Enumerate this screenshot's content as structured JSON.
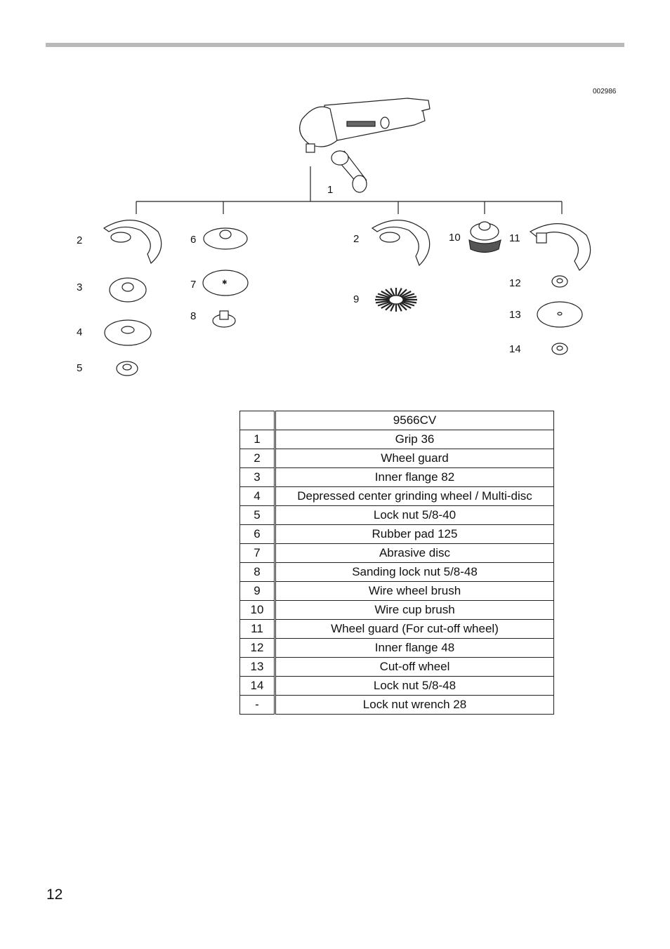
{
  "figure": {
    "code": "002986",
    "callouts": {
      "grip": "1",
      "guard_left": "2",
      "inner_flange": "3",
      "grinding_wheel": "4",
      "lock_nut": "5",
      "rubber_pad": "6",
      "abrasive_disc": "7",
      "sanding_nut": "8",
      "guard_mid": "2",
      "wire_wheel": "9",
      "cup_brush": "10",
      "cutoff_guard": "11",
      "flange_48": "12",
      "cutoff_wheel": "13",
      "lock_nut_48": "14"
    }
  },
  "table": {
    "model": "9566CV",
    "rows": [
      {
        "num": "1",
        "desc": "Grip 36"
      },
      {
        "num": "2",
        "desc": "Wheel guard"
      },
      {
        "num": "3",
        "desc": "Inner flange 82"
      },
      {
        "num": "4",
        "desc": "Depressed center grinding wheel / Multi-disc"
      },
      {
        "num": "5",
        "desc": "Lock nut 5/8-40"
      },
      {
        "num": "6",
        "desc": "Rubber pad 125"
      },
      {
        "num": "7",
        "desc": "Abrasive disc"
      },
      {
        "num": "8",
        "desc": "Sanding lock nut 5/8-48"
      },
      {
        "num": "9",
        "desc": "Wire wheel brush"
      },
      {
        "num": "10",
        "desc": "Wire cup brush"
      },
      {
        "num": "11",
        "desc": "Wheel  guard (For cut-off wheel)"
      },
      {
        "num": "12",
        "desc": "Inner flange 48"
      },
      {
        "num": "13",
        "desc": "Cut-off wheel"
      },
      {
        "num": "14",
        "desc": "Lock nut 5/8-48"
      },
      {
        "num": "-",
        "desc": "Lock nut wrench 28"
      }
    ]
  },
  "page_number": "12"
}
